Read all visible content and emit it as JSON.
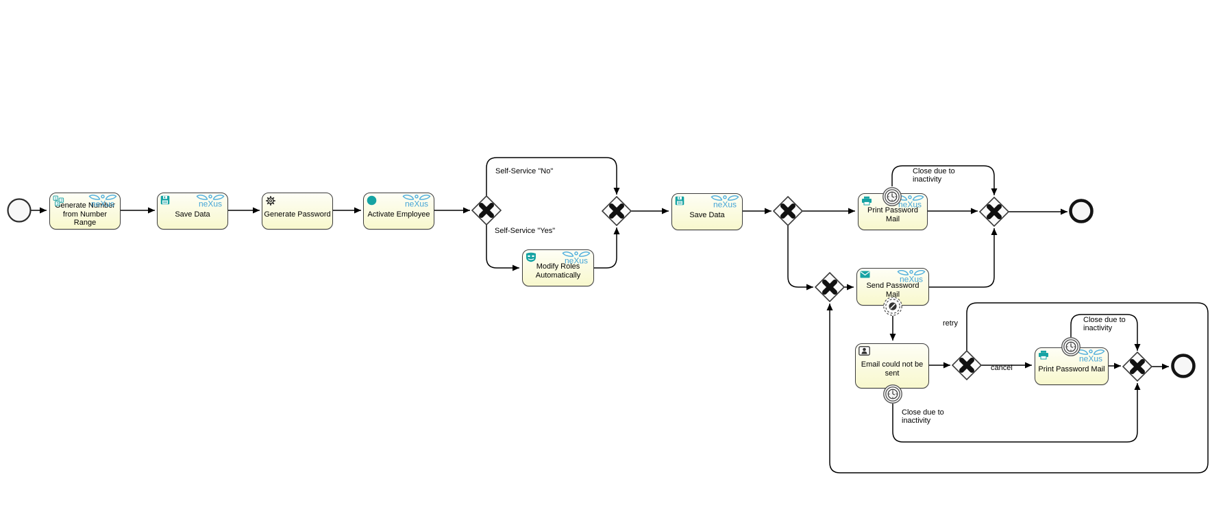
{
  "process": {
    "brand": "neXus",
    "colors": {
      "accent_teal": "#16a3a3",
      "brand_blue": "#52aede",
      "task_fill": "#fafad4",
      "line": "#000000"
    },
    "tasks": [
      {
        "label": "Generate Number from Number Range",
        "icon": "number-range-icon",
        "brand": true
      },
      {
        "label": "Save Data",
        "icon": "save-icon",
        "brand": true
      },
      {
        "label": "Generate Password",
        "icon": "gear-icon",
        "brand": false
      },
      {
        "label": "Activate Employee",
        "icon": "status-circle-icon",
        "brand": true
      },
      {
        "label": "Modify Roles Automatically",
        "icon": "mask-icon",
        "brand": true
      },
      {
        "label": "Save Data",
        "icon": "save-icon",
        "brand": true
      },
      {
        "label": "Print Password Mail",
        "icon": "printer-icon",
        "brand": true
      },
      {
        "label": "Send Password Mail",
        "icon": "envelope-icon",
        "brand": true
      },
      {
        "label": "Email could not be sent",
        "icon": "user-icon",
        "brand": false
      },
      {
        "label": "Print Password Mail",
        "icon": "printer-icon",
        "brand": true
      }
    ],
    "labels": {
      "self_service_no": "Self-Service \"No\"",
      "self_service_yes": "Self-Service \"Yes\"",
      "close_due_inactivity_print_top": "Close due to inactivity",
      "retry": "retry",
      "cancel": "cancel",
      "close_due_inactivity_email": "Close due to inactivity",
      "close_due_inactivity_print_bottom": "Close due to inactivity"
    }
  }
}
